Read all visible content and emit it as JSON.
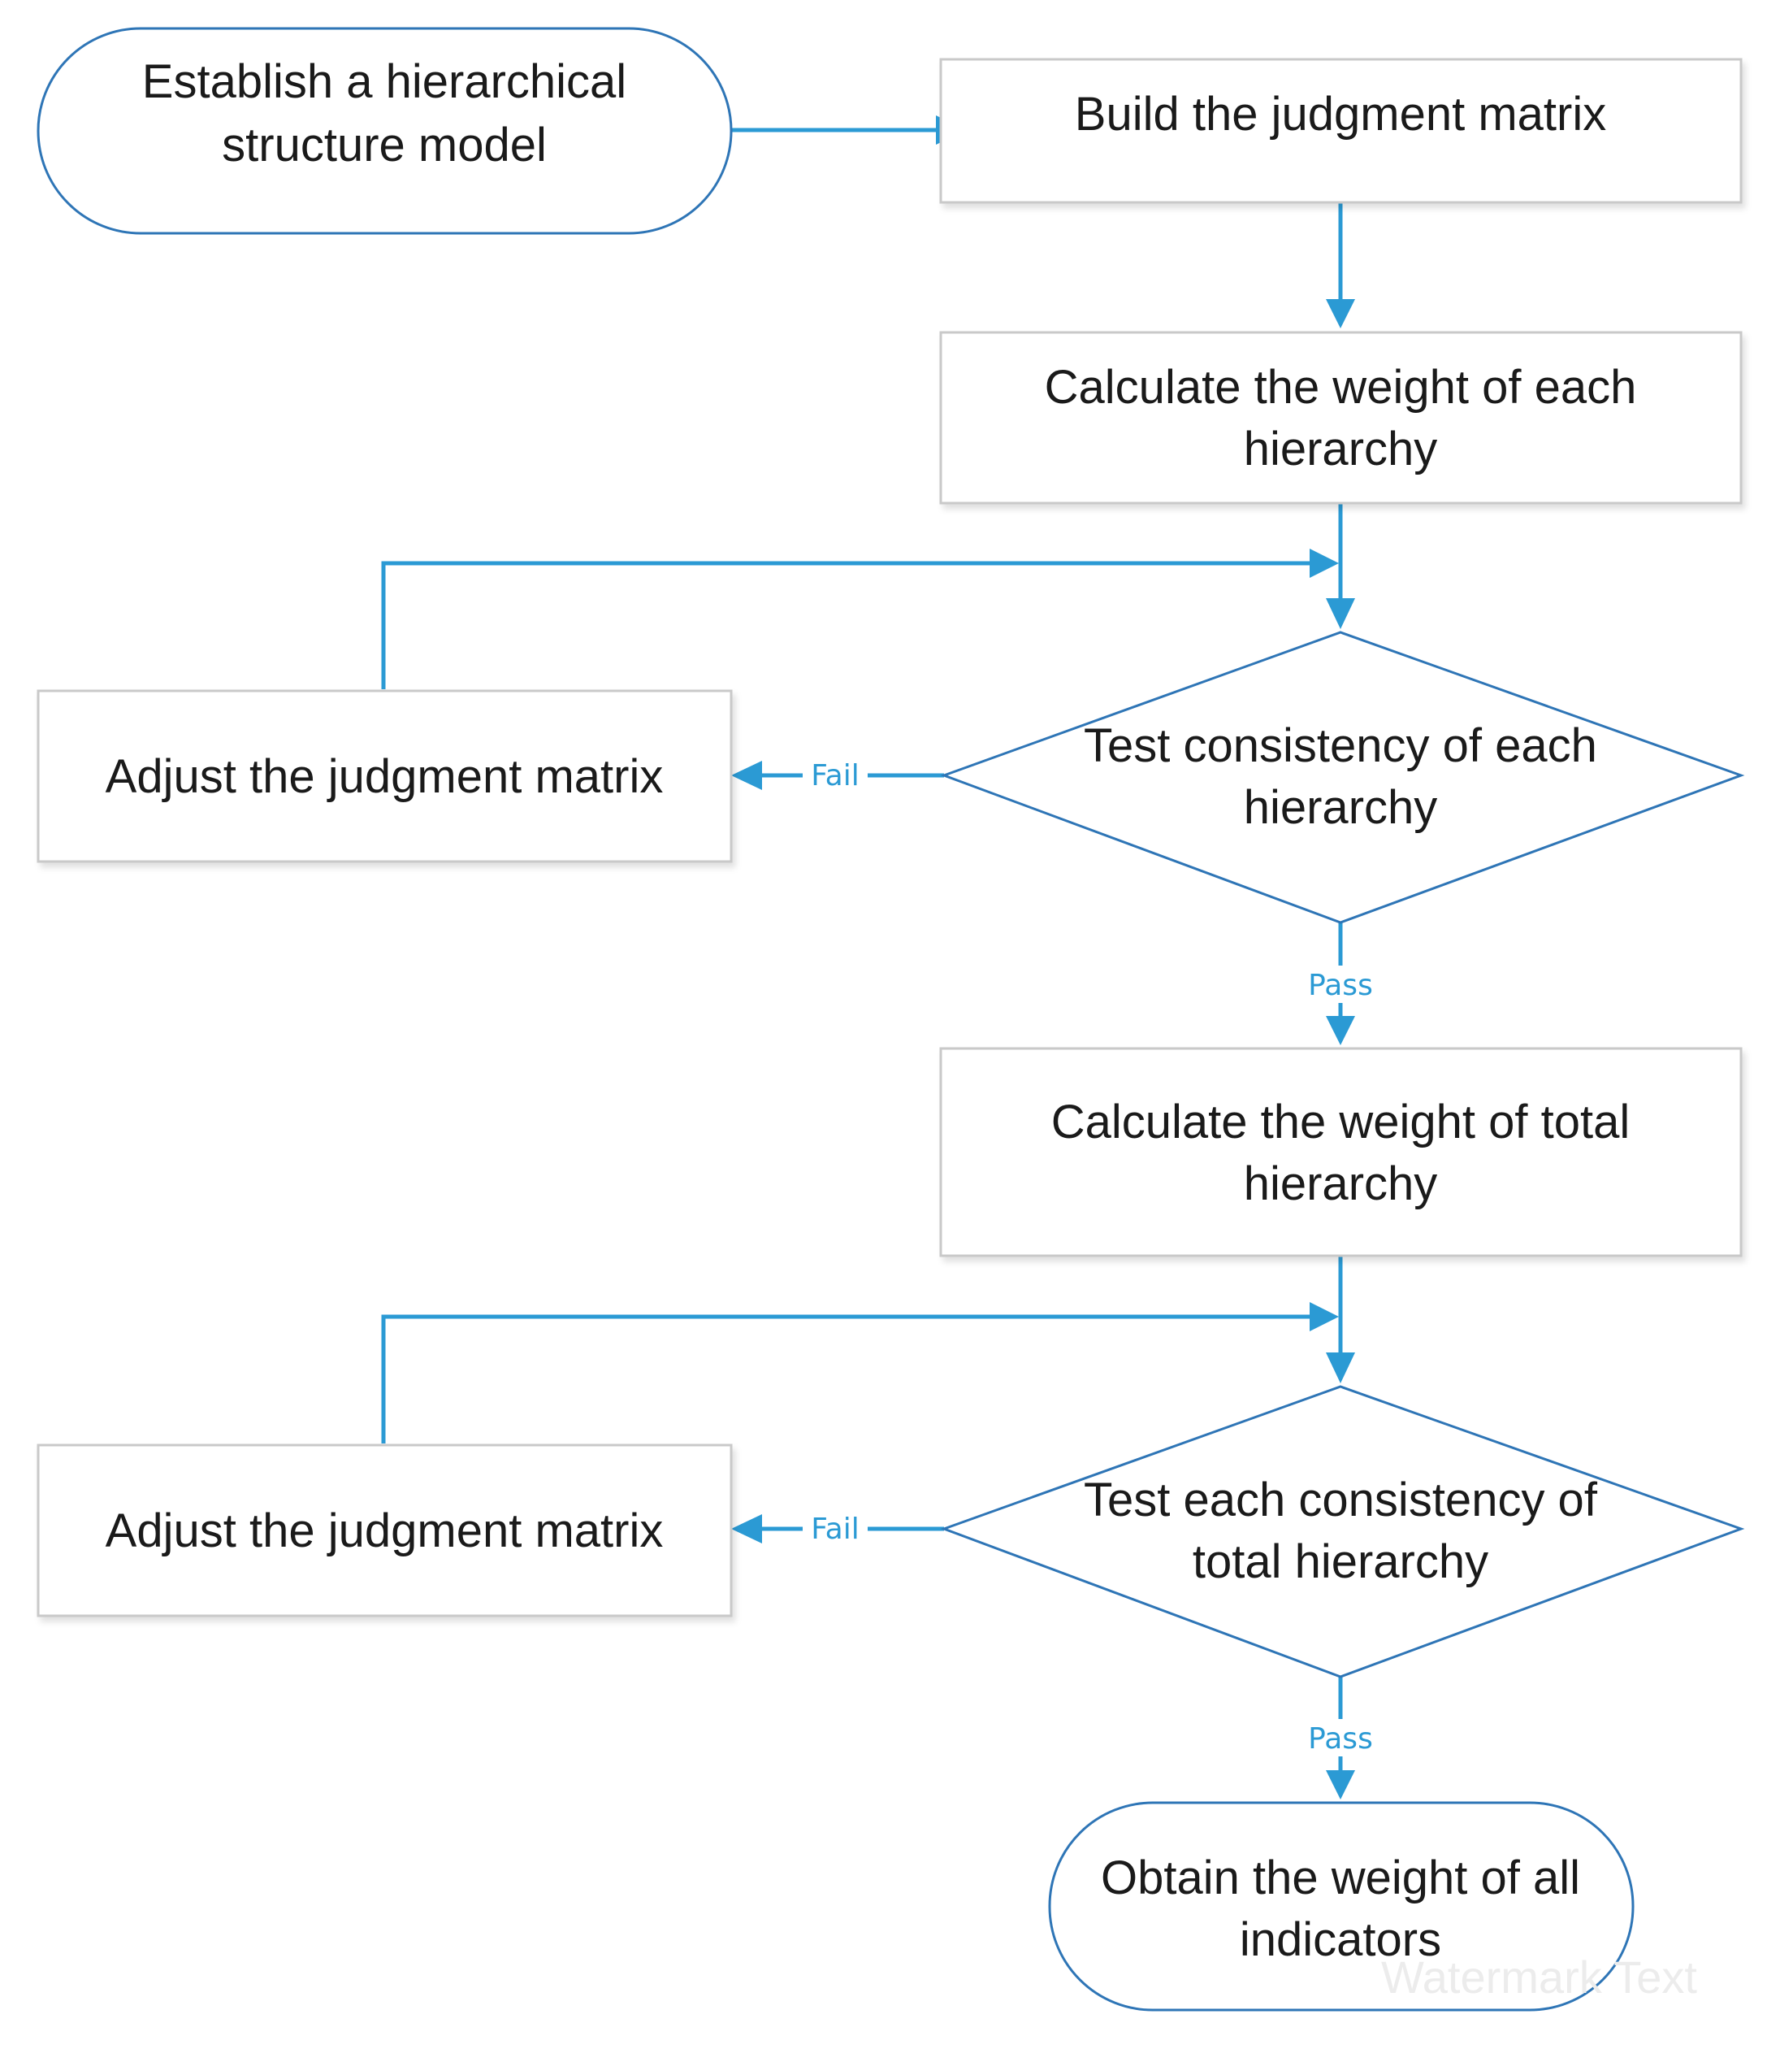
{
  "nodes": {
    "establish": {
      "lines": [
        "Establish  a hierarchical",
        "structure model"
      ]
    },
    "build": {
      "lines": [
        "Build the judgment matrix"
      ]
    },
    "calc_each": {
      "lines": [
        "Calculate the weight of each",
        "hierarchy"
      ]
    },
    "test_each": {
      "lines": [
        "Test consistency of each",
        "hierarchy"
      ]
    },
    "adjust_1": {
      "lines": [
        "Adjust the judgment matrix"
      ]
    },
    "calc_total": {
      "lines": [
        "Calculate the weight of total",
        "hierarchy"
      ]
    },
    "test_total": {
      "lines": [
        "Test each consistency of",
        "total hierarchy"
      ]
    },
    "adjust_2": {
      "lines": [
        "Adjust the judgment matrix"
      ]
    },
    "obtain": {
      "lines": [
        "Obtain the weight of all",
        "indicators"
      ]
    }
  },
  "edge_labels": {
    "fail_1": "Fail",
    "pass_1": "Pass",
    "fail_2": "Fail",
    "pass_2": "Pass"
  },
  "watermark": "Watermark Text",
  "colors": {
    "edge": "#2b9ad4",
    "terminal_border": "#2e75b6",
    "box_border": "#c9c9c9"
  }
}
